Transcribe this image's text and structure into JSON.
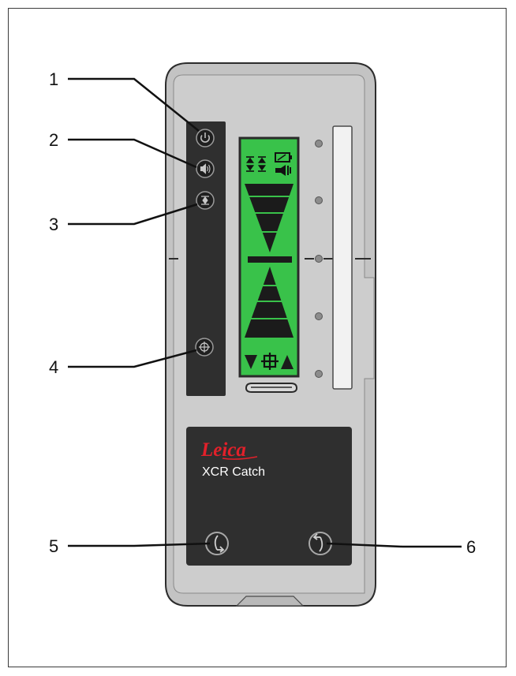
{
  "device": {
    "brand": "Leica",
    "model": "XCR Catch",
    "display_color": "#39c24a",
    "body_color": "#c8c8c8",
    "panel_color": "#2b2b2b"
  },
  "callouts": [
    {
      "number": "1",
      "target": "power-button"
    },
    {
      "number": "2",
      "target": "volume-button"
    },
    {
      "number": "3",
      "target": "accuracy-button"
    },
    {
      "number": "4",
      "target": "center-button"
    },
    {
      "number": "5",
      "target": "left-clamp-release-button"
    },
    {
      "number": "6",
      "target": "right-clamp-release-button"
    }
  ]
}
